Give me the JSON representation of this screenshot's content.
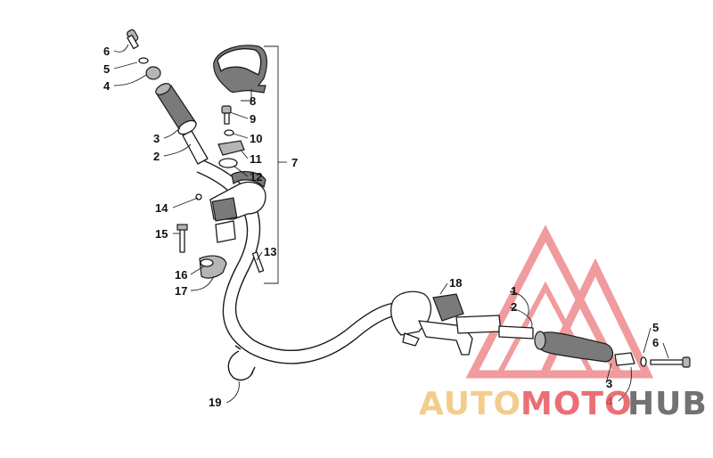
{
  "callouts": [
    {
      "id": "c6a",
      "label": "6"
    },
    {
      "id": "c5a",
      "label": "5"
    },
    {
      "id": "c4a",
      "label": "4"
    },
    {
      "id": "c3a",
      "label": "3"
    },
    {
      "id": "c2a",
      "label": "2"
    },
    {
      "id": "c8",
      "label": "8"
    },
    {
      "id": "c9",
      "label": "9"
    },
    {
      "id": "c10",
      "label": "10"
    },
    {
      "id": "c11",
      "label": "11"
    },
    {
      "id": "c12",
      "label": "12"
    },
    {
      "id": "c7",
      "label": "7"
    },
    {
      "id": "c14",
      "label": "14"
    },
    {
      "id": "c15",
      "label": "15"
    },
    {
      "id": "c13",
      "label": "13"
    },
    {
      "id": "c16",
      "label": "16"
    },
    {
      "id": "c17",
      "label": "17"
    },
    {
      "id": "c18",
      "label": "18"
    },
    {
      "id": "c1",
      "label": "1"
    },
    {
      "id": "c2b",
      "label": "2"
    },
    {
      "id": "c5b",
      "label": "5"
    },
    {
      "id": "c6b",
      "label": "6"
    },
    {
      "id": "c3b",
      "label": "3"
    },
    {
      "id": "c4b",
      "label": "4"
    },
    {
      "id": "c19",
      "label": "19"
    }
  ],
  "watermark": {
    "part1": "AUTO",
    "part2": "MOTO",
    "part3": "HUB",
    "colors": {
      "auto": "#f2c57a",
      "moto": "#e8575c",
      "hub": "#5a5a5a",
      "triangle": "#e54b4f"
    }
  }
}
